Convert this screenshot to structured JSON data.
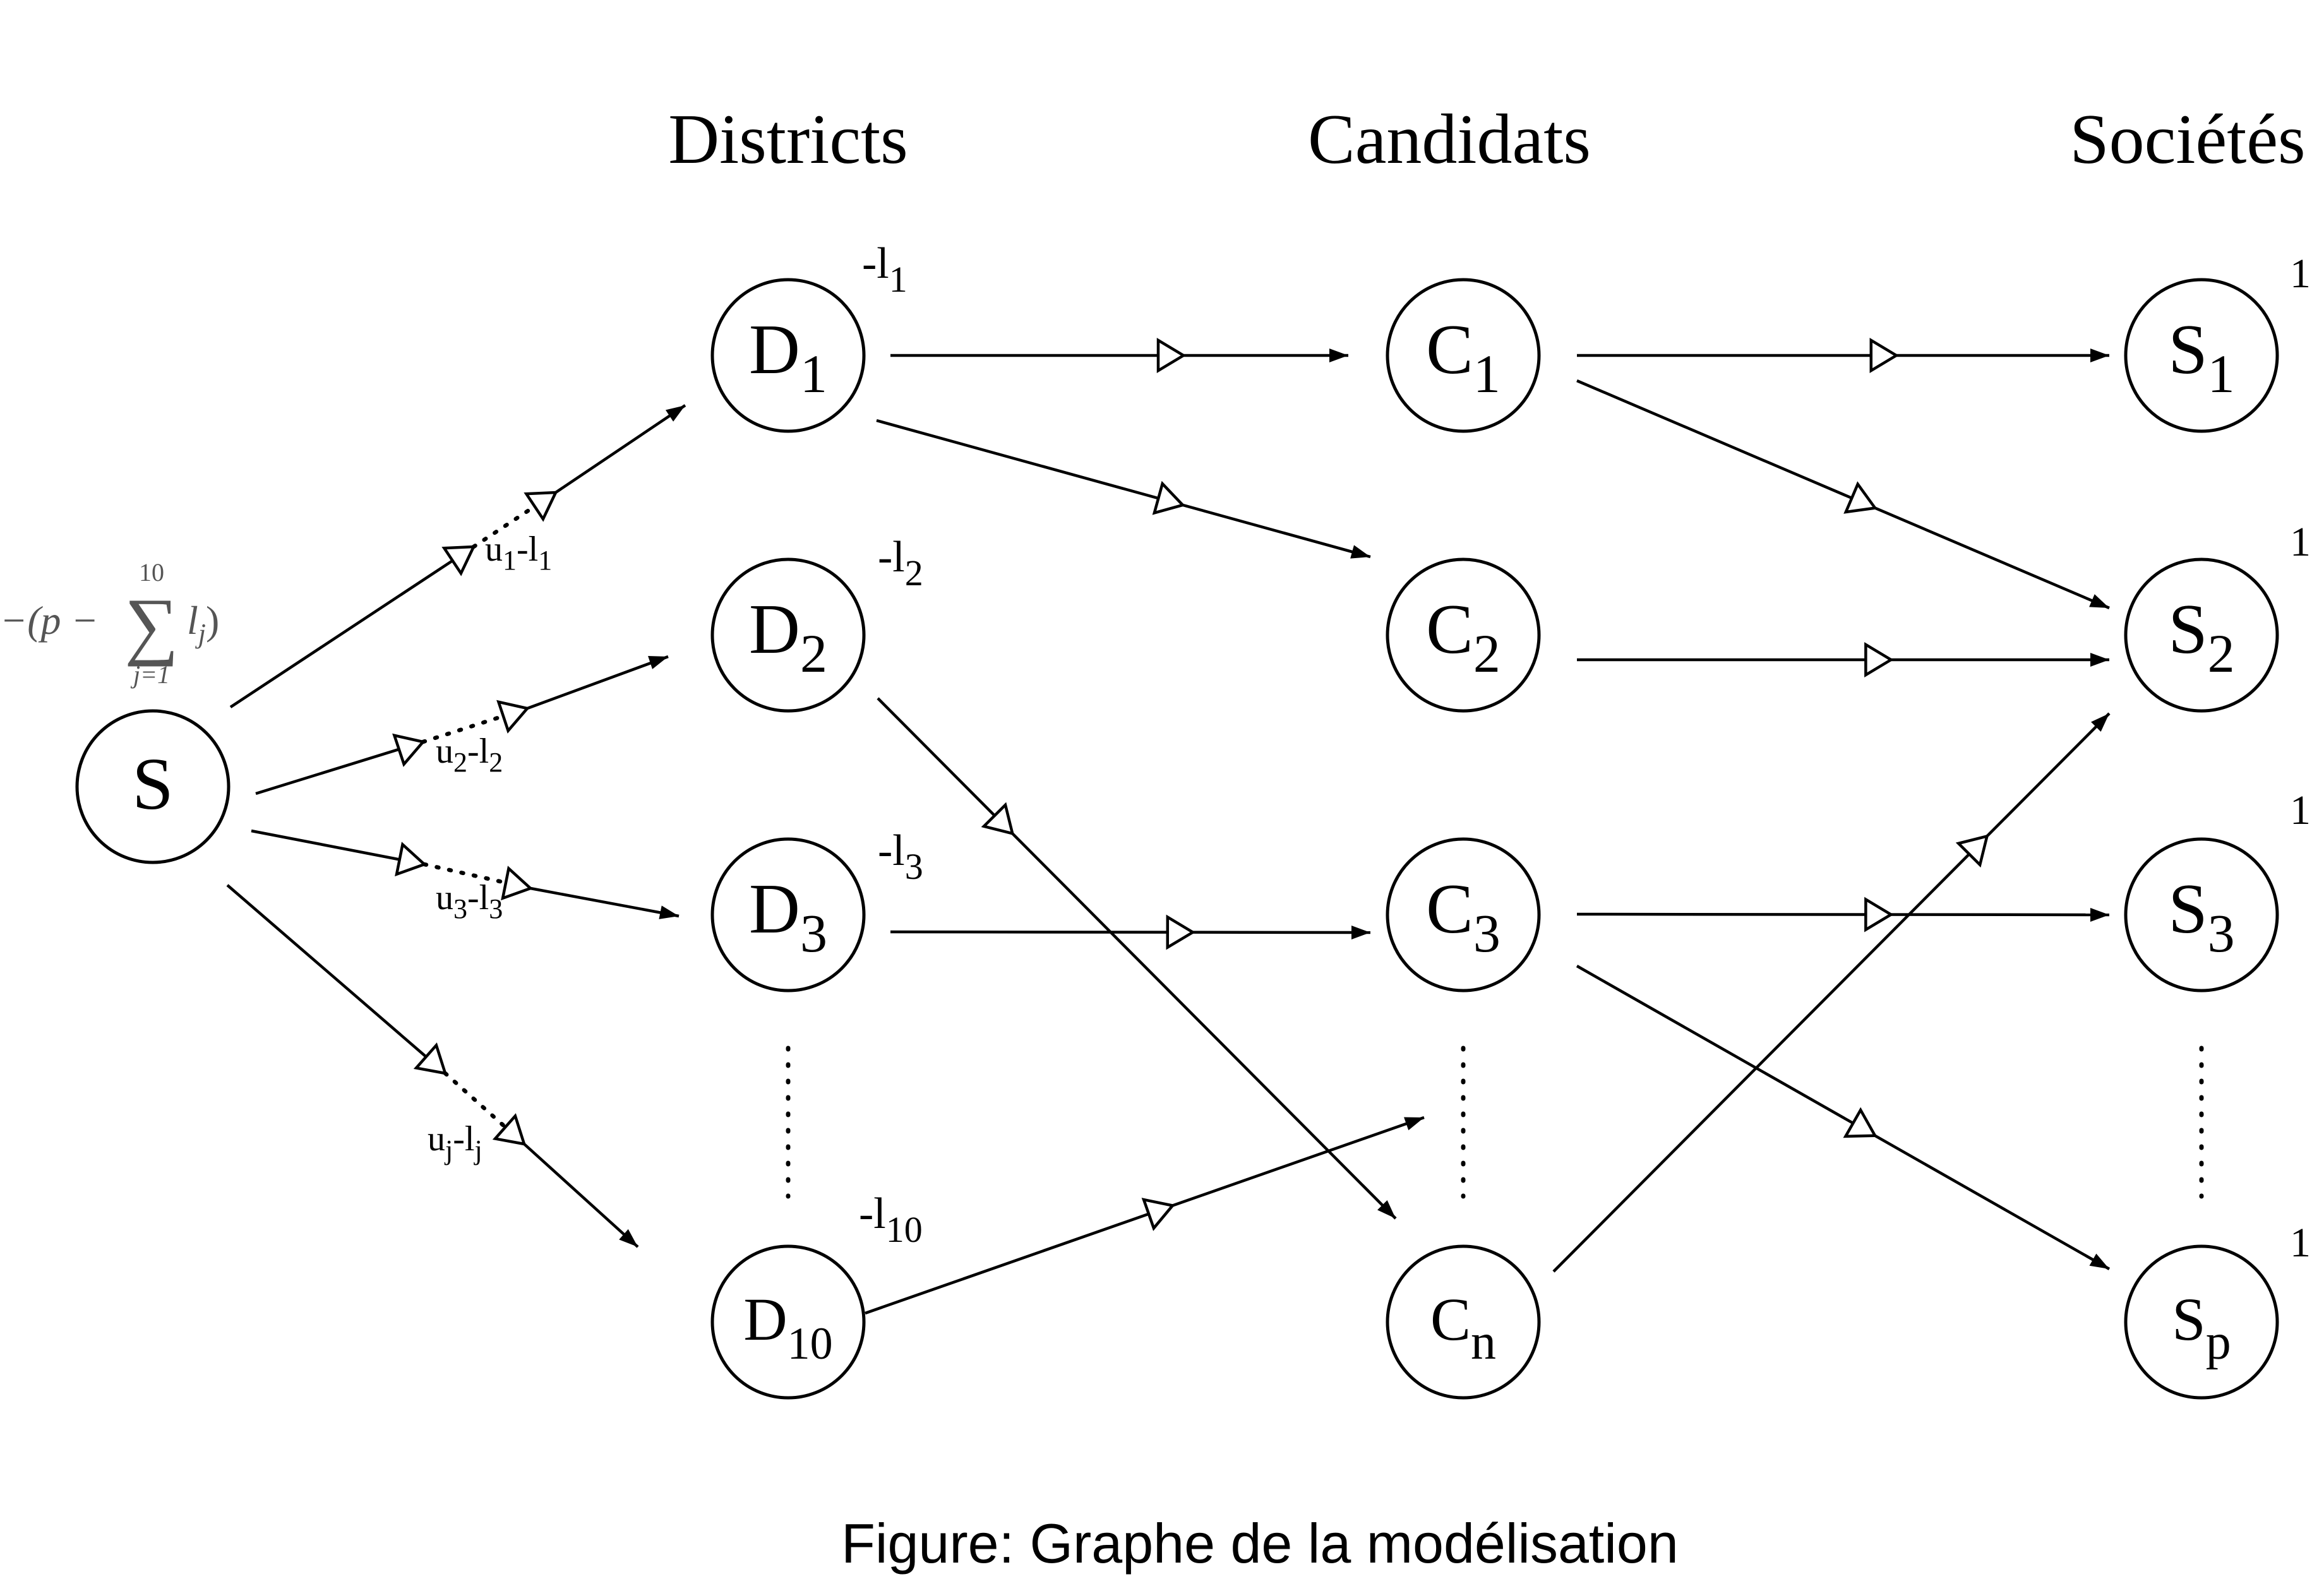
{
  "columns": {
    "districts": "Districts",
    "candidats": "Candidats",
    "societes": "Sociétés"
  },
  "caption": "Figure: Graphe de la modélisation",
  "source": {
    "label": "S",
    "supply_prefix": "−(p −",
    "supply_sum": "∑",
    "supply_upper": "10",
    "supply_lower": "j=1",
    "supply_term": "l",
    "supply_term_sub": "j",
    "supply_suffix": ")"
  },
  "districts": [
    {
      "base": "D",
      "sub": "1",
      "demand_base": "-l",
      "demand_sub": "1"
    },
    {
      "base": "D",
      "sub": "2",
      "demand_base": "-l",
      "demand_sub": "2"
    },
    {
      "base": "D",
      "sub": "3",
      "demand_base": "-l",
      "demand_sub": "3"
    },
    {
      "base": "D",
      "sub": "10",
      "demand_base": "-l",
      "demand_sub": "10"
    }
  ],
  "candidats": [
    {
      "base": "C",
      "sub": "1"
    },
    {
      "base": "C",
      "sub": "2"
    },
    {
      "base": "C",
      "sub": "3"
    },
    {
      "base": "C",
      "sub": "n"
    }
  ],
  "societes": [
    {
      "base": "S",
      "sub": "1",
      "supply": "1"
    },
    {
      "base": "S",
      "sub": "2",
      "supply": "1"
    },
    {
      "base": "S",
      "sub": "3",
      "supply": "1"
    },
    {
      "base": "S",
      "sub": "p",
      "supply": "1"
    }
  ],
  "source_edges": [
    {
      "u": "u",
      "u_sub": "1",
      "dash": "-l",
      "l_sub": "1"
    },
    {
      "u": "u",
      "u_sub": "2",
      "dash": "-l",
      "l_sub": "2"
    },
    {
      "u": "u",
      "u_sub": "3",
      "dash": "-l",
      "l_sub": "3"
    },
    {
      "u": "u",
      "u_sub": "j",
      "dash": "-l",
      "l_sub": "j"
    }
  ]
}
